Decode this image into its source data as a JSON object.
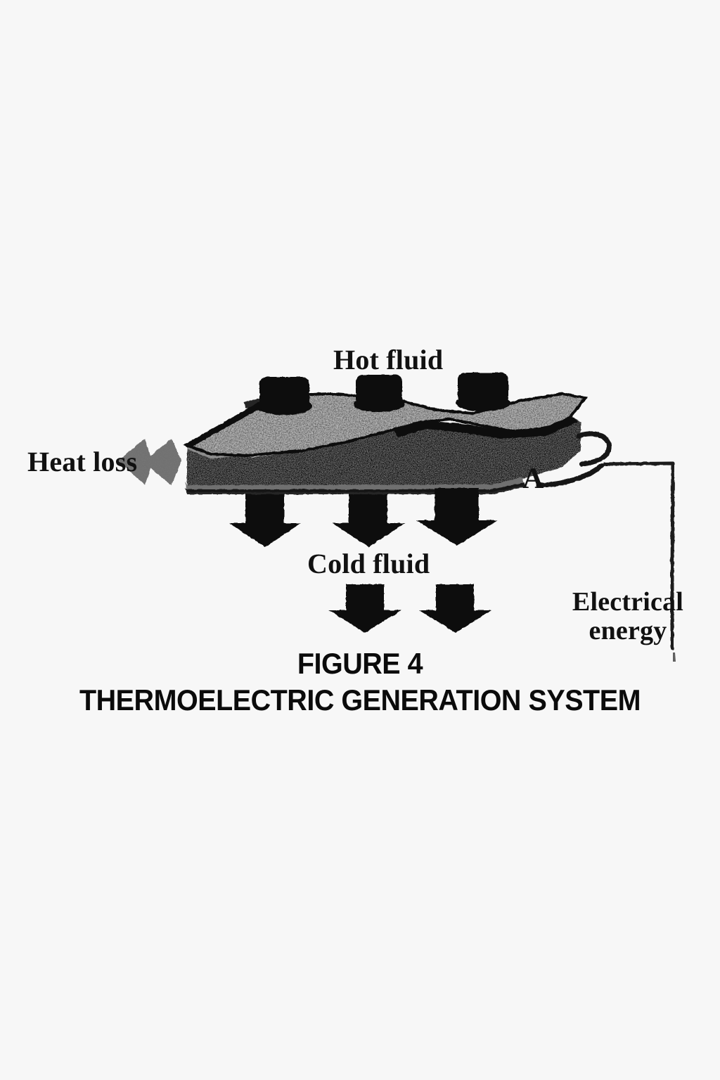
{
  "figure": {
    "labels": {
      "hot_fluid": "Hot fluid",
      "heat_loss": "Heat loss",
      "cold_fluid": "Cold fluid",
      "point_a": "A",
      "electrical_energy": "Electrical energy"
    },
    "caption": {
      "line1": "FIGURE 4",
      "line2": "THERMOELECTRIC GENERATION SYSTEM"
    },
    "colors": {
      "background": "#f7f7f7",
      "ink": "#111111",
      "device_body": "#0d0d0d",
      "device_top_texture": "#d8d8d8",
      "heat_loss_arrow": "#8a8a8a",
      "wire": "#1a1a1a"
    },
    "elements": {
      "hot_fluid_inlets": 3,
      "cold_fluid_arrows_upper": 3,
      "cold_fluid_arrows_lower": 2,
      "heat_loss_arrow_direction": "left",
      "wire_path": "device-right-corner to right then down",
      "device_description": "thermoelectric module slab in perspective with stippled wavy hot-side top surface"
    }
  }
}
